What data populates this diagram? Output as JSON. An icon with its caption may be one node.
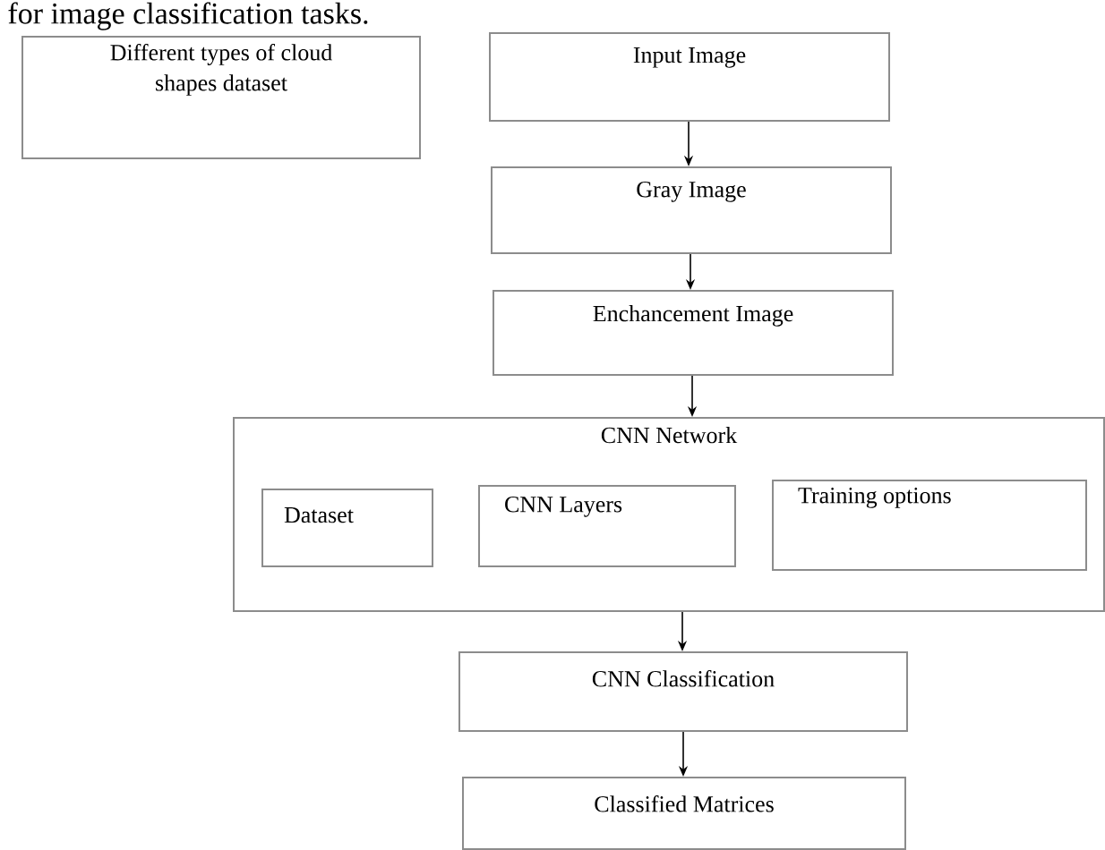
{
  "diagram": {
    "nodes": [
      {
        "text": [
          "Different types of cloud shapes dataset"
        ]
      },
      {
        "text": [
          "Input Image"
        ]
      },
      {
        "text": [
          "Gray Image"
        ]
      },
      {
        "text": [
          "Enchancement Image"
        ]
      },
      {
        "text": [
          "CNN Network"
        ]
      },
      {
        "text": [
          "Dataset"
        ],
        "in": 4
      },
      {
        "text": [
          "CNN Layers"
        ],
        "in": 4
      },
      {
        "text": [
          "Training options"
        ],
        "in": 4
      },
      {
        "text": [
          "CNN Classification"
        ]
      },
      {
        "text": [
          "Classified Matrices"
        ]
      }
    ],
    "edges": [
      {
        "from": 1,
        "to": 2,
        "arrow": "to"
      },
      {
        "from": 2,
        "to": 3,
        "arrow": "to"
      },
      {
        "from": 3,
        "to": 4,
        "arrow": "to"
      },
      {
        "from": 4,
        "to": 8,
        "arrow": "to"
      },
      {
        "from": 8,
        "to": 9,
        "arrow": "to"
      }
    ],
    "labels": [
      "for image classification tasks."
    ]
  }
}
